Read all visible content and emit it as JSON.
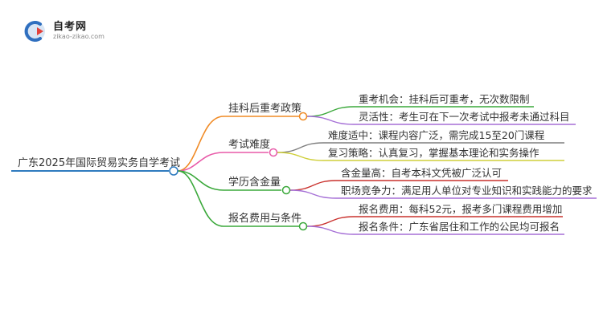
{
  "logo": {
    "title": "自考网",
    "subtitle": "zikao-zikao.com"
  },
  "mindmap": {
    "root": "广东2025年国际贸易实务自学考试",
    "branches": [
      {
        "label": "挂科后重考政策",
        "color": "#f08a24",
        "children": [
          {
            "label": "重考机会：挂科后可重考，无次数限制",
            "color": "#3aa83a"
          },
          {
            "label": "灵活性：考生可在下一次考试中报考未通过科目",
            "color": "#a56fd6"
          }
        ]
      },
      {
        "label": "考试难度",
        "color": "#e85aa8",
        "children": [
          {
            "label": "难度适中：课程内容广泛，需完成15至20门课程",
            "color": "#7f7f7f"
          },
          {
            "label": "复习策略：认真复习，掌握基本理论和实务操作",
            "color": "#cfcf3a"
          }
        ]
      },
      {
        "label": "学历含金量",
        "color": "#3aa83a",
        "children": [
          {
            "label": "含金量高：自考本科文凭被广泛认可",
            "color": "#c9302c"
          },
          {
            "label": "职场竞争力：满足用人单位对专业知识和实践能力的要求",
            "color": "#a56fd6"
          }
        ]
      },
      {
        "label": "报名费用与条件",
        "color": "#3aa83a",
        "children": [
          {
            "label": "报名费用：每科52元，报考多门课程费用增加",
            "color": "#c9302c"
          },
          {
            "label": "报名条件：广东省居住和工作的公民均可报名",
            "color": "#a56fd6"
          }
        ]
      }
    ],
    "root_color": "#2f7bbf"
  }
}
